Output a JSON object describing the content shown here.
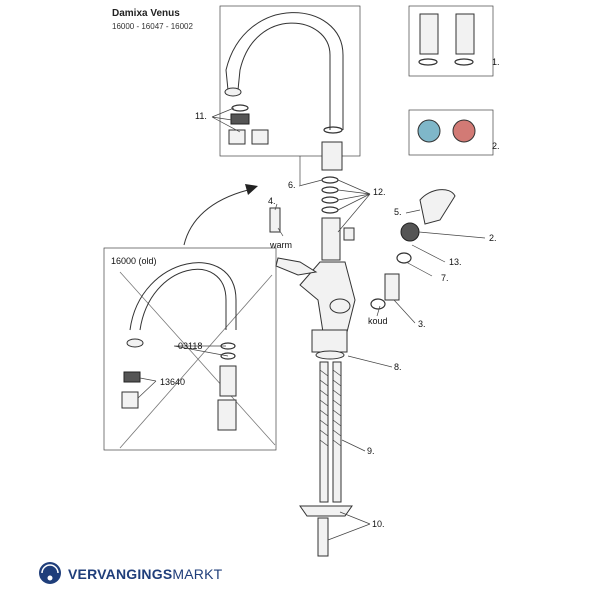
{
  "header": {
    "title": "Damixa Venus",
    "models": "16000 - 16047 - 16002"
  },
  "inset": {
    "title": "16000 (old)",
    "part_a": "03118",
    "part_b": "13640"
  },
  "callouts": {
    "c1": "1.",
    "c2a": "2.",
    "c2b": "2.",
    "c3": "3.",
    "c4": "4.",
    "c5": "5.",
    "c6": "6.",
    "c7": "7.",
    "c8": "8.",
    "c9": "9.",
    "c10": "10.",
    "c11": "11.",
    "c12": "12.",
    "c13": "13.",
    "warm": "warm",
    "koud": "koud"
  },
  "brand": {
    "bold": "VERVANGINGS",
    "light": "MARKT",
    "color": "#1f3e7a"
  }
}
